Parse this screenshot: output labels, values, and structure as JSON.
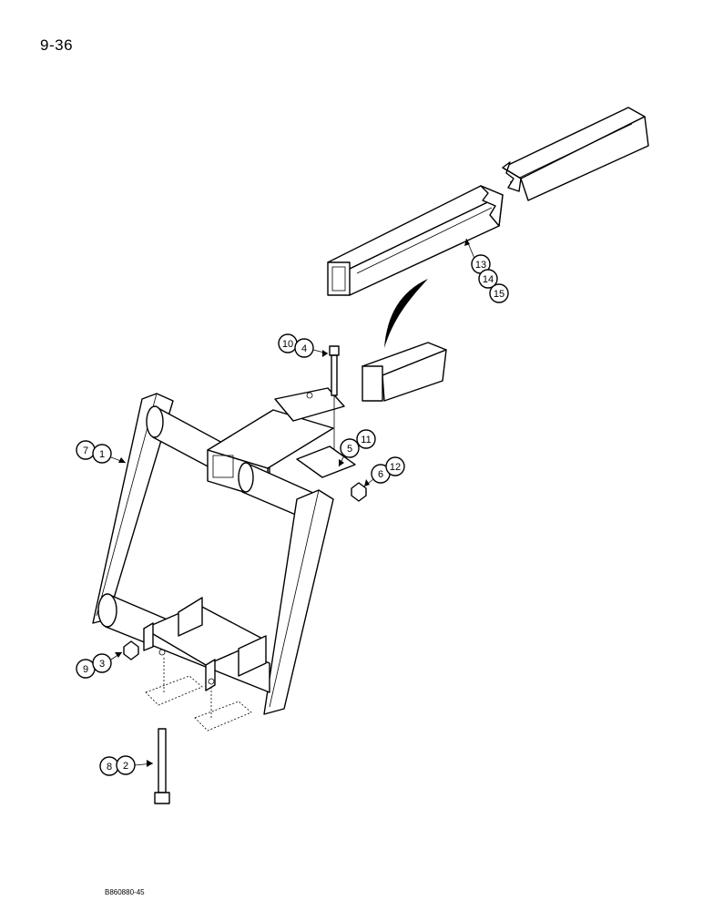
{
  "page_number": "9-36",
  "footer_code": "B860880-45",
  "callouts": [
    {
      "name": "callout-10-4",
      "labels": [
        "10",
        "4"
      ]
    },
    {
      "name": "callout-13-14-15",
      "labels": [
        "13",
        "14",
        "15"
      ]
    },
    {
      "name": "callout-5-11",
      "labels": [
        "5",
        "11"
      ]
    },
    {
      "name": "callout-6-12",
      "labels": [
        "6",
        "12"
      ]
    },
    {
      "name": "callout-7-1",
      "labels": [
        "7",
        "1"
      ]
    },
    {
      "name": "callout-9-3",
      "labels": [
        "9",
        "3"
      ]
    },
    {
      "name": "callout-8-2",
      "labels": [
        "8",
        "2"
      ]
    }
  ]
}
